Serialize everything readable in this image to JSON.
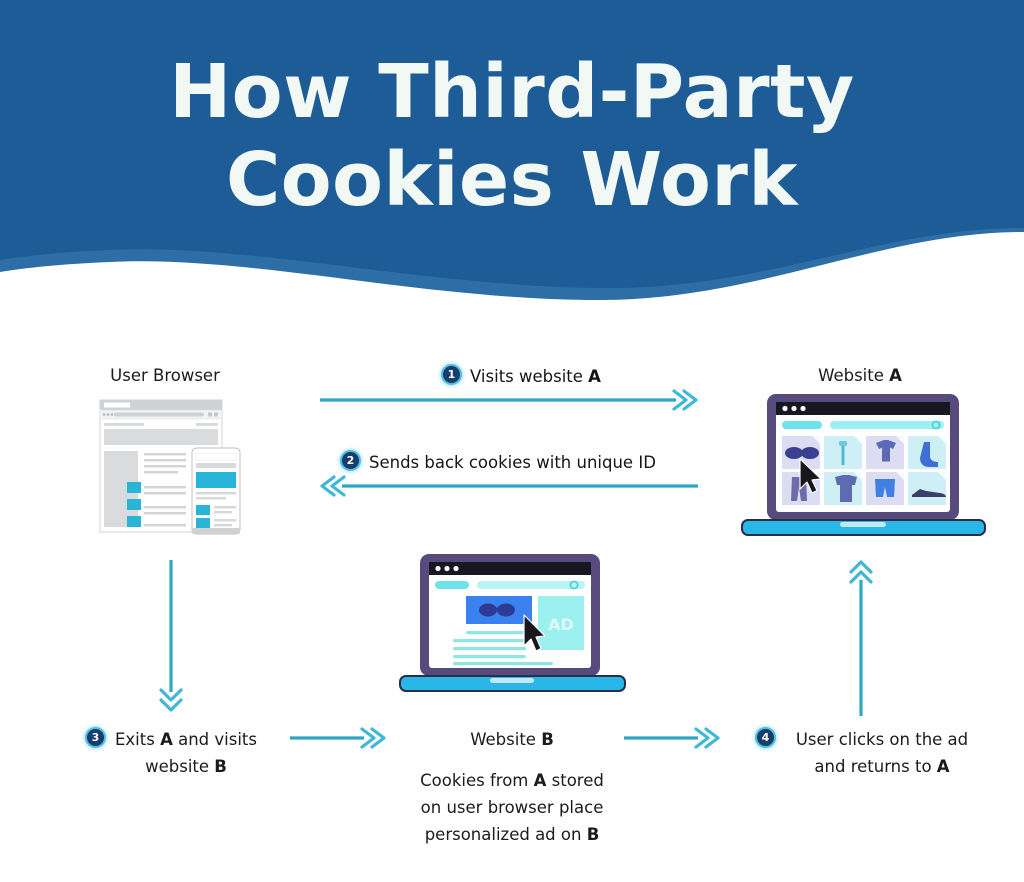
{
  "header": {
    "title_line1": "How Third-Party",
    "title_line2": "Cookies Work",
    "bg_color": "#1d5c96",
    "wave_back_color": "#2c6ea5",
    "wave_front_color": "#1d5c96"
  },
  "theme": {
    "accent_teal": "#2fa7c3",
    "accent_cyan": "#29b5d8",
    "badge_navy": "#163d6b",
    "badge_ring": "#4fbfe0",
    "laptop_bezel": "#574b7e",
    "laptop_base": "#29b6e8",
    "text_dark": "#1b1b1f"
  },
  "nodes": {
    "user_browser": {
      "label": "User Browser"
    },
    "website_a": {
      "label_prefix": "Website ",
      "label_bold": "A"
    },
    "website_b": {
      "label_prefix": "Website ",
      "label_bold": "B",
      "caption_line1_a": "Cookies from ",
      "caption_line1_b": "A",
      "caption_line1_c": " stored",
      "caption_line2": "on user browser place",
      "caption_line3_a": "personalized ad on ",
      "caption_line3_b": "B",
      "ad_label": "AD"
    }
  },
  "steps": [
    {
      "number": "1",
      "text_a": "Visits website ",
      "text_b": "A",
      "text_c": "",
      "arrow": "right"
    },
    {
      "number": "2",
      "text_a": "Sends back cookies with unique ID",
      "text_b": "",
      "text_c": "",
      "arrow": "left"
    },
    {
      "number": "3",
      "line1_a": "Exits ",
      "line1_b": "A",
      "line1_c": " and visits",
      "line2_a": "website ",
      "line2_b": "B",
      "arrow": "down"
    },
    {
      "number": "4",
      "line1": "User clicks on the ad",
      "line2_a": "and returns to ",
      "line2_b": "A",
      "arrow": "up"
    }
  ]
}
